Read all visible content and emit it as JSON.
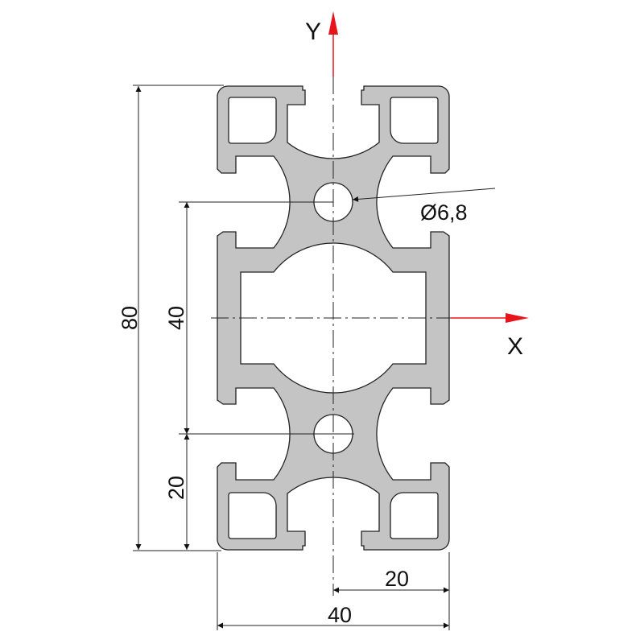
{
  "drawing": {
    "axes": {
      "x_label": "X",
      "y_label": "Y",
      "axis_color": "#e8141c"
    },
    "profile_fill": "#c4c4c4",
    "outline_color": "#222222",
    "dimensions": {
      "overall_height": "80",
      "hole_spacing": "40",
      "hole_offset_bottom": "20",
      "half_width": "20",
      "overall_width": "40",
      "hole_diameter": "Ø6,8"
    }
  }
}
